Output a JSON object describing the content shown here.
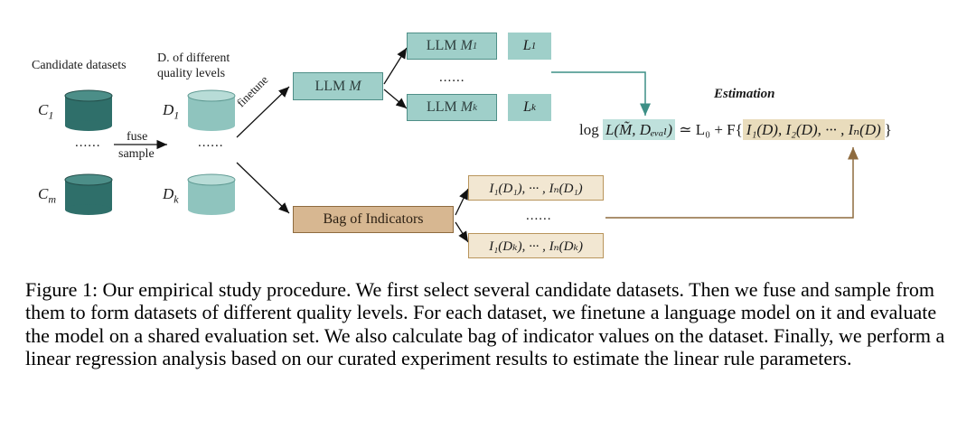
{
  "labels": {
    "candidate_datasets": "Candidate datasets",
    "dq_line1": "D. of different",
    "dq_line2": "quality levels",
    "finetune": "finetune",
    "fuse": "fuse",
    "sample": "sample",
    "estimation": "Estimation",
    "dots": "......"
  },
  "candidates": {
    "c1": "C",
    "c1_sub": "1",
    "cm": "C",
    "cm_sub": "m"
  },
  "datasets": {
    "d1": "D",
    "d1_sub": "1",
    "dk": "D",
    "dk_sub": "k"
  },
  "llm": {
    "base_prefix": "LLM ",
    "base_var": "M",
    "m1_prefix": "LLM ",
    "m1_var": "M",
    "m1_sub": "1",
    "mk_prefix": "LLM ",
    "mk_var": "M",
    "mk_sub": "k"
  },
  "losses": {
    "l1": "L",
    "l1_sub": "1",
    "lk": "L",
    "lk_sub": "k"
  },
  "bag": {
    "label": "Bag of Indicators"
  },
  "indicators": {
    "row1": "I₁(D₁), ··· , Iₙ(D₁)",
    "rowk": "I₁(Dₖ), ··· , Iₙ(Dₖ)"
  },
  "equation": {
    "prefix": "log",
    "loss_term": "L(M̃, Dₑᵥₐₗ)",
    "middle": "≃ L₀ + F{",
    "indicator_term": "I₁(D), I₂(D), ··· , Iₙ(D)",
    "suffix": "}"
  },
  "caption": {
    "text": "Figure 1: Our empirical study procedure. We first select several candidate datasets. Then we fuse and sample from them to form datasets of different quality levels. For each dataset, we finetune a language model on it and evaluate the model on a shared evaluation set. We also calculate bag of indicator values on the dataset. Finally, we perform a linear regression analysis based on our curated experiment results to estimate the linear rule parameters."
  },
  "colors": {
    "dark_teal": "#2f6f6a",
    "light_teal": "#9fd0ca",
    "teal_box": "#9fcfc9",
    "tan_box": "#d7b791",
    "cream_box": "#f2e7d2"
  }
}
